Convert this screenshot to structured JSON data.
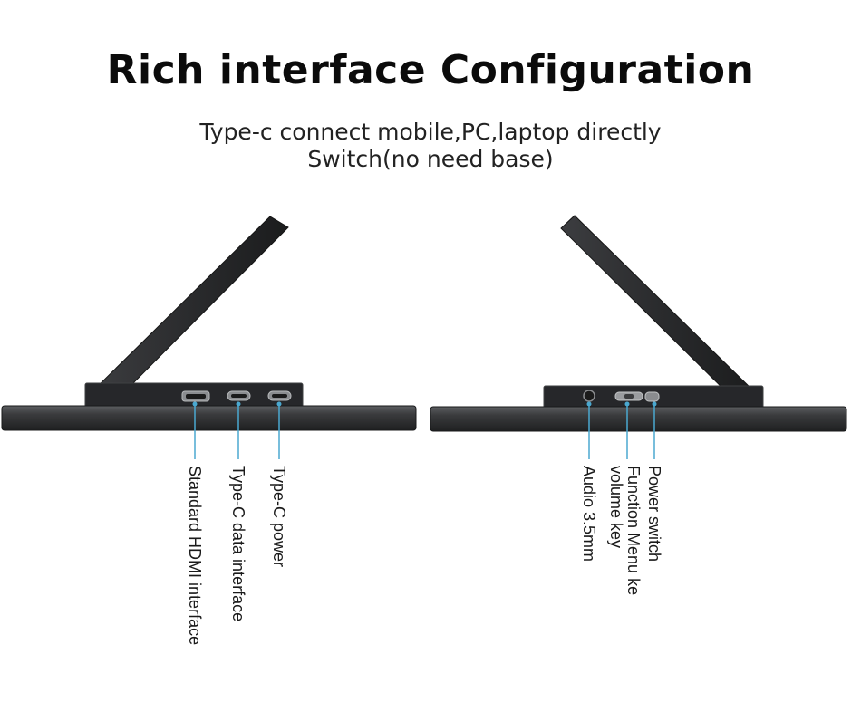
{
  "header": {
    "title": "Rich interface Configuration",
    "subtitle_line1": "Type-c connect mobile,PC,laptop directly",
    "subtitle_line2": "Switch(no need base)"
  },
  "left_device": {
    "ports": [
      {
        "label": "Standard HDMI interface",
        "icon": "hdmi-port-icon"
      },
      {
        "label": "Type-C data interface",
        "icon": "usb-c-port-icon"
      },
      {
        "label": "Type-C power",
        "icon": "usb-c-port-icon"
      }
    ]
  },
  "right_device": {
    "ports": [
      {
        "label": "Audio 3.5mm",
        "icon": "audio-jack-icon"
      },
      {
        "label": "Function Menu ke volume key",
        "icon": "rocker-key-icon"
      },
      {
        "label": "Power switch",
        "icon": "power-button-icon"
      }
    ]
  },
  "colors": {
    "leader_line": "#4aa8d0",
    "device_body": "#2b2c2e",
    "device_edge": "#55575a"
  }
}
